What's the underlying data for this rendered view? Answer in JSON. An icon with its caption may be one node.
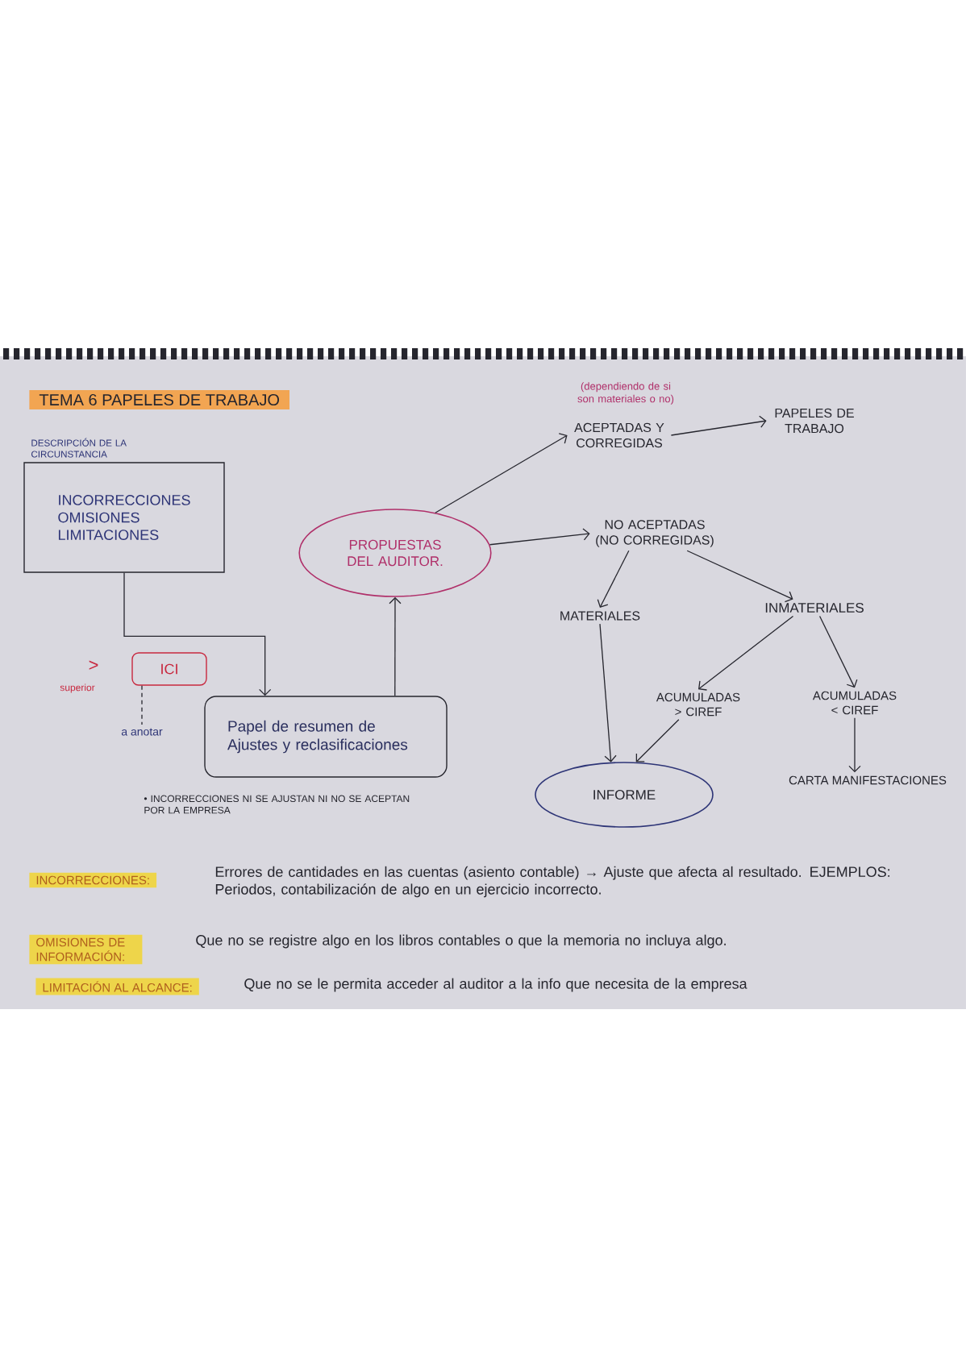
{
  "diagram": {
    "title": "TEMA 6 PAPELES DE TRABAJO",
    "nodes": [
      {
        "text": [
          "DESCRIPCIÓN DE LA CIRCUNSTANCIA",
          "INCORRECCIONES",
          "OMISIONES",
          "LIMITACIONES"
        ]
      },
      {
        "text": [
          "PROPUESTAS DEL AUDITOR."
        ]
      },
      {
        "text": [
          "ICI"
        ]
      },
      {
        "text": [
          "a anotar"
        ]
      },
      {
        "text": [
          "Papel de resumen de Ajustes y reclasificaciones"
        ]
      },
      {
        "text": [
          "ACEPTADAS Y CORREGIDAS"
        ]
      },
      {
        "text": [
          "PAPELES DE TRABAJO"
        ]
      },
      {
        "text": [
          "NO ACEPTADAS (NO CORREGIDAS)"
        ]
      },
      {
        "text": [
          "MATERIALES"
        ]
      },
      {
        "text": [
          "INMATERIALES"
        ]
      },
      {
        "text": [
          "ACUMULADAS > CIREF"
        ]
      },
      {
        "text": [
          "ACUMULADAS < CIREF"
        ]
      },
      {
        "text": [
          "INFORME"
        ]
      },
      {
        "text": [
          "CARTA MANIFESTACIONES"
        ]
      }
    ],
    "edges": [
      {
        "from": 0,
        "to": 4,
        "arrow": "to"
      },
      {
        "from": 4,
        "to": 1,
        "arrow": "to"
      },
      {
        "from": 1,
        "to": 5,
        "arrow": "to"
      },
      {
        "from": 5,
        "to": 6,
        "arrow": "to"
      },
      {
        "from": 1,
        "to": 7,
        "arrow": "to"
      },
      {
        "from": 7,
        "to": 8,
        "arrow": "to"
      },
      {
        "from": 7,
        "to": 9,
        "arrow": "to"
      },
      {
        "from": 9,
        "to": 10,
        "arrow": "to"
      },
      {
        "from": 9,
        "to": 11,
        "arrow": "to"
      },
      {
        "from": 8,
        "to": 12,
        "arrow": "to"
      },
      {
        "from": 10,
        "to": 12,
        "arrow": "to"
      },
      {
        "from": 11,
        "to": 13,
        "arrow": "to"
      },
      {
        "from": 2,
        "to": 3,
        "arrow": "none",
        "style": "dashed"
      }
    ],
    "labels": [
      "(dependiendo de si son materiales o no)",
      ">",
      "superior",
      "• INCORRECCIONES NI SE AJUSTAN NI NO SE ACEPTAN POR LA EMPRESA",
      "INCORRECCIONES:",
      "Errores de cantidades en las cuentas (asiento contable) → Ajuste que afecta al resultado. EJEMPLOS: Periodos, contabilización de algo en un ejercicio incorrecto.",
      "OMISIONES DE INFORMACIÓN:",
      "Que no se registre algo en los libros contables o que la memoria no incluya algo.",
      "LIMITACIÓN AL ALCANCE:",
      "Que no se le permita acceder al auditor a la info que necesita de la empresa"
    ]
  }
}
